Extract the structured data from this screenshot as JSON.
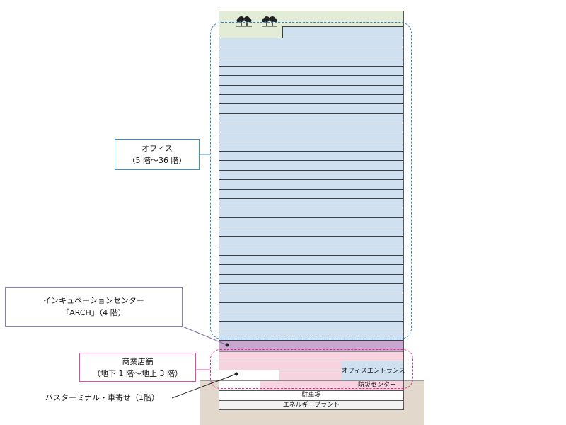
{
  "labels": {
    "office": {
      "line1": "オフィス",
      "line2": "（5 階〜36 階）"
    },
    "incubation": {
      "line1": "インキュベーションセンター",
      "line2": "「ARCH」（4 階）"
    },
    "retail": {
      "line1": "商業店舗",
      "line2": "（地下 1 階〜地上 3 階）"
    },
    "bus": "バスターミナル・車寄せ（1階）"
  },
  "floors": {
    "office_entrance": "オフィスエントランス",
    "disaster_center": "防災センター",
    "parking": "駐車場",
    "energy_plant": "エネルギープラント"
  },
  "colors": {
    "office": "#cfe1f0",
    "incubation": "#c7a6cf",
    "retail": "#f6d3df",
    "rooftop": "#e3ecd6",
    "ground": "#e2d8cc",
    "office_callout": "#3a8fd0",
    "incubation_callout": "#8a7bb8",
    "retail_callout": "#e24aa8"
  }
}
